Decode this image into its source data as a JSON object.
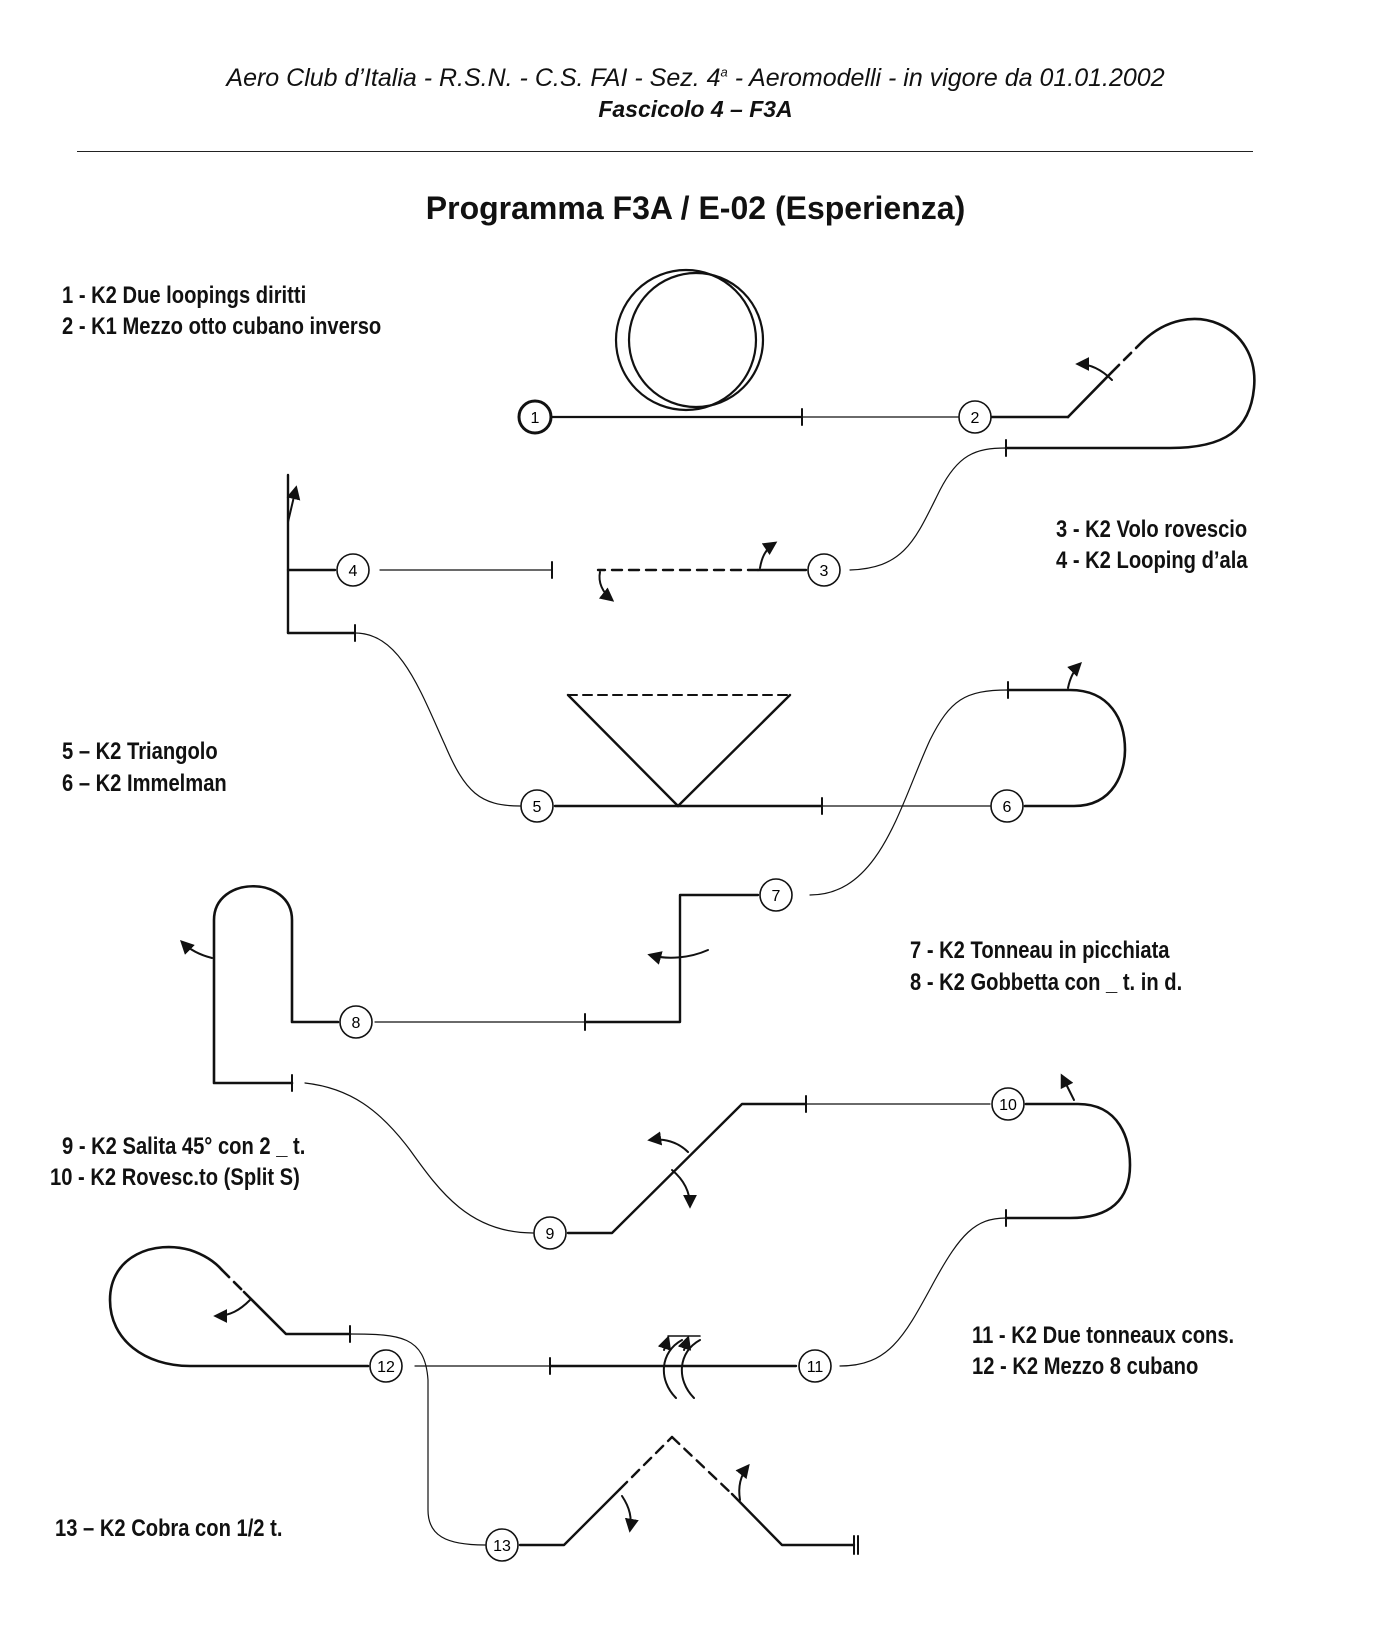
{
  "header": {
    "line1_main": "Aero Club d’Italia - R.S.N. - C.S. FAI - Sez. 4",
    "line1_sup": "a",
    "line1_tail": " - Aeromodelli - in vigore da 01.01.2002",
    "line2": "Fascicolo 4 – F3A"
  },
  "title": "Programma F3A / E-02  (Esperienza)",
  "maneuvers": [
    {
      "num": "1",
      "label": "1 - K2 Due loopings diritti"
    },
    {
      "num": "2",
      "label": "2 - K1 Mezzo otto cubano inverso"
    },
    {
      "num": "3",
      "label": "3 - K2 Volo rovescio"
    },
    {
      "num": "4",
      "label": "4 - K2 Looping d’ala"
    },
    {
      "num": "5",
      "label": "5 – K2 Triangolo"
    },
    {
      "num": "6",
      "label": "6 – K2 Immelman"
    },
    {
      "num": "7",
      "label": "7 - K2 Tonneau in picchiata"
    },
    {
      "num": "8",
      "label": "8 - K2 Gobbetta con _ t. in d."
    },
    {
      "num": "9",
      "label": "9 - K2 Salita 45° con 2 _ t."
    },
    {
      "num": "10",
      "label": "10 - K2 Rovesc.to (Split S)"
    },
    {
      "num": "11",
      "label": "11 - K2 Due tonneaux cons."
    },
    {
      "num": "12",
      "label": "12 - K2 Mezzo 8 cubano"
    },
    {
      "num": "13",
      "label": "13 – K2 Cobra con 1/2 t."
    }
  ]
}
